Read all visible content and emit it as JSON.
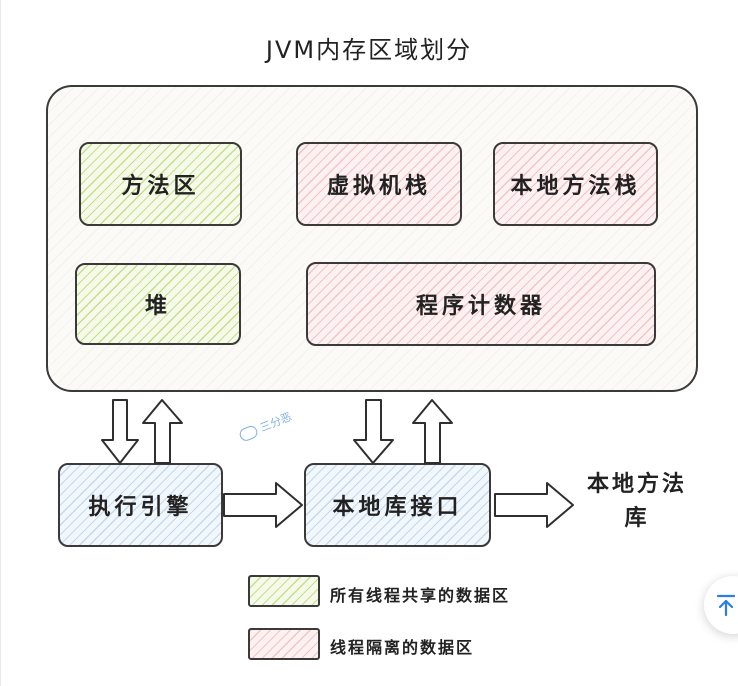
{
  "title": "JVM内存区域划分",
  "outer_regions": {
    "method_area": "方法区",
    "vm_stack": "虚拟机栈",
    "native_method_stack": "本地方法栈",
    "heap": "堆",
    "program_counter": "程序计数器"
  },
  "bottom": {
    "execution_engine": "执行引擎",
    "native_interface": "本地库接口",
    "native_library": "本地方法库"
  },
  "legend": {
    "shared": "所有线程共享的数据区",
    "isolated": "线程隔离的数据区"
  },
  "watermark": "三分恶",
  "back_to_top_icon": "arrow-up-to-line-icon",
  "colors": {
    "shared": "#c6e39a",
    "isolated": "#f2b8b8",
    "engine": "#bcd7f2",
    "accent": "#2b7de9"
  }
}
